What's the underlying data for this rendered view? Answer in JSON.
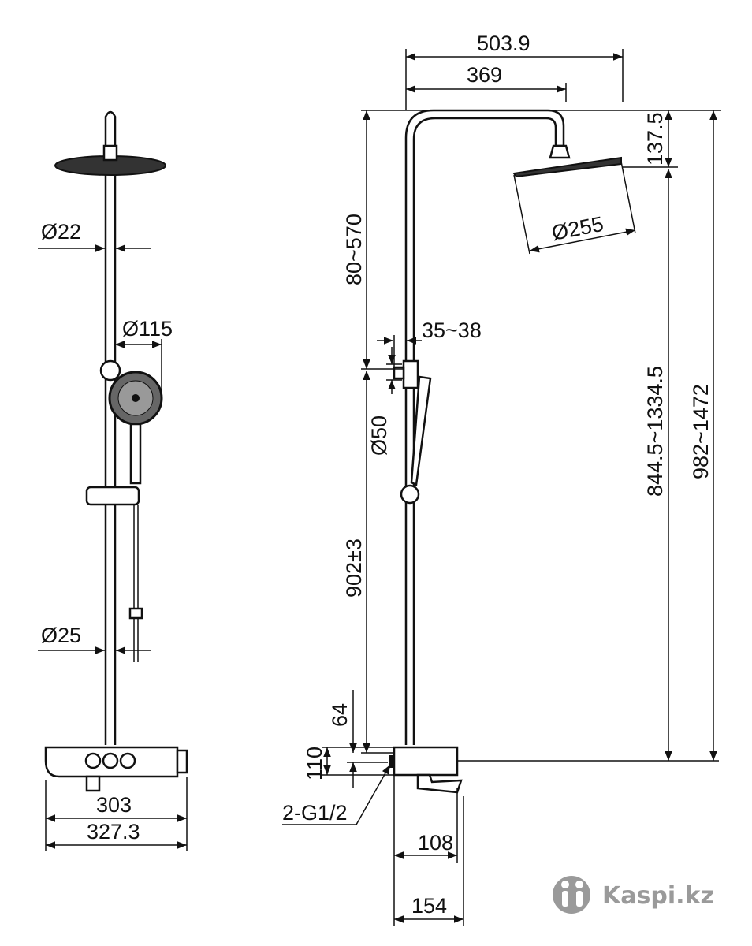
{
  "left_view": {
    "dims": {
      "rail_diameter": "Ø22",
      "hand_shower_diameter": "Ø115",
      "lower_rail_diameter": "Ø25",
      "console_width": "303",
      "console_total_width": "327.3"
    }
  },
  "side_view": {
    "dims": {
      "arm_total": "503.9",
      "arm_reach": "369",
      "head_drop": "137.5",
      "head_diameter": "Ø255",
      "adjust_range": "80~570",
      "wall_offset": "35~38",
      "holder_diameter": "Ø50",
      "head_height": "844.5~1334.5",
      "total_height": "982~1472",
      "rail_length": "902±3",
      "inlet_offset": "64",
      "console_height": "110",
      "inlet_thread": "2-G1/2",
      "console_depth": "108",
      "spout_depth": "154"
    }
  },
  "watermark": {
    "text": "Kaspi.kz"
  }
}
